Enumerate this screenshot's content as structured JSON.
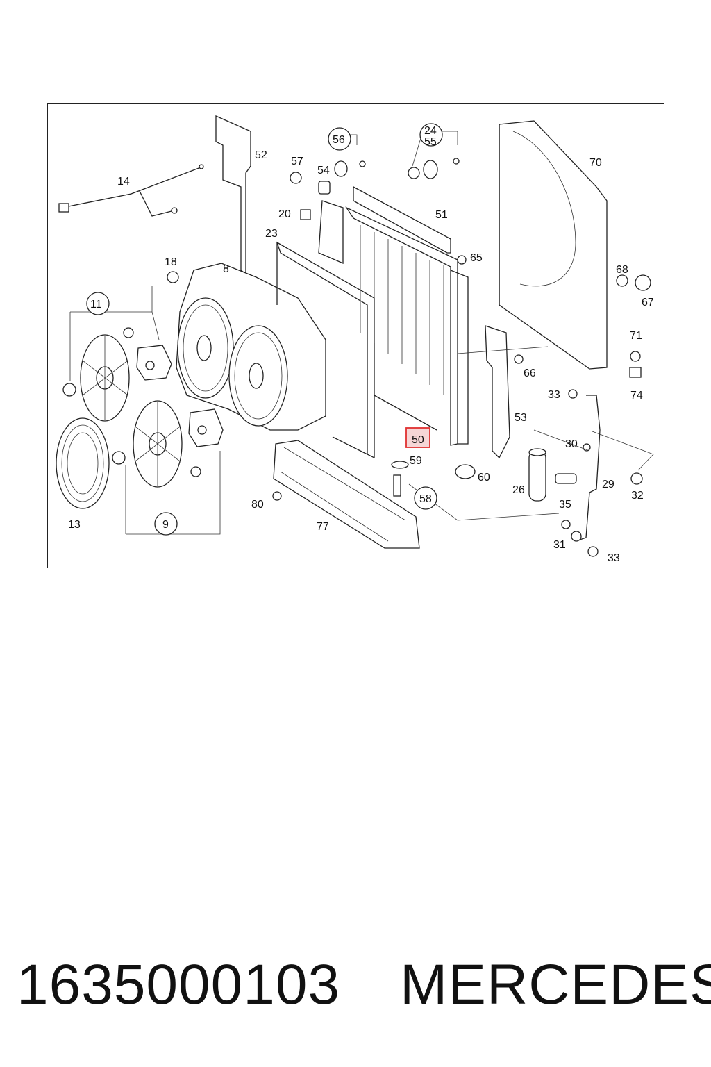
{
  "diagram": {
    "callouts": [
      "14",
      "52",
      "56",
      "57",
      "54",
      "24",
      "55",
      "70",
      "20",
      "51",
      "23",
      "65",
      "18",
      "8",
      "68",
      "67",
      "11",
      "71",
      "66",
      "74",
      "33",
      "53",
      "30",
      "50",
      "59",
      "60",
      "29",
      "32",
      "26",
      "80",
      "58",
      "35",
      "13",
      "9",
      "77",
      "31",
      "33"
    ],
    "highlighted": "50"
  },
  "footer": {
    "part_number": "1635000103",
    "brand": "MERCEDES"
  },
  "colors": {
    "highlight": "#e03030",
    "highlight_fill": "#f6d6d6"
  }
}
